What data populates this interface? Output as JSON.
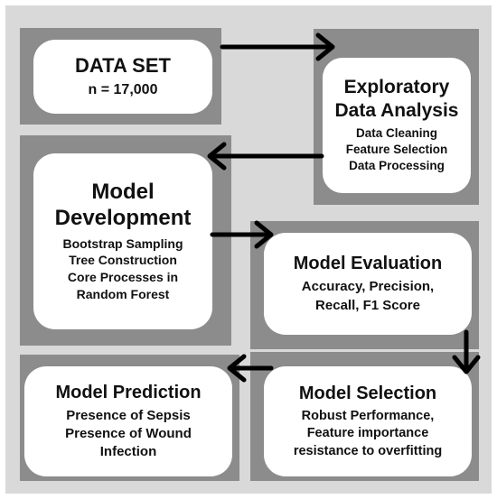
{
  "steps": [
    {
      "id": "dataset",
      "title": "DATA SET",
      "lines": [
        "n = 17,000"
      ]
    },
    {
      "id": "eda",
      "title_lines": [
        "Exploratory",
        "Data Analysis"
      ],
      "lines": [
        "Data Cleaning",
        "Feature Selection",
        "Data Processing"
      ]
    },
    {
      "id": "development",
      "title_lines": [
        "Model",
        "Development"
      ],
      "lines": [
        "Bootstrap Sampling",
        "Tree Construction",
        "Core Processes in",
        "Random Forest"
      ]
    },
    {
      "id": "evaluation",
      "title": "Model Evaluation",
      "lines": [
        "Accuracy, Precision,",
        "Recall, F1 Score"
      ]
    },
    {
      "id": "selection",
      "title": "Model Selection",
      "lines": [
        "Robust Performance,",
        "Feature importance",
        "resistance to overfitting"
      ]
    },
    {
      "id": "prediction",
      "title": "Model Prediction",
      "lines": [
        "Presence of Sepsis",
        "Presence of Wound",
        "Infection"
      ]
    }
  ],
  "colors": {
    "frame": "#d9d9d9",
    "panel": "#8c8c8c",
    "card": "#ffffff",
    "arrow": "#000000",
    "text": "#111111"
  }
}
